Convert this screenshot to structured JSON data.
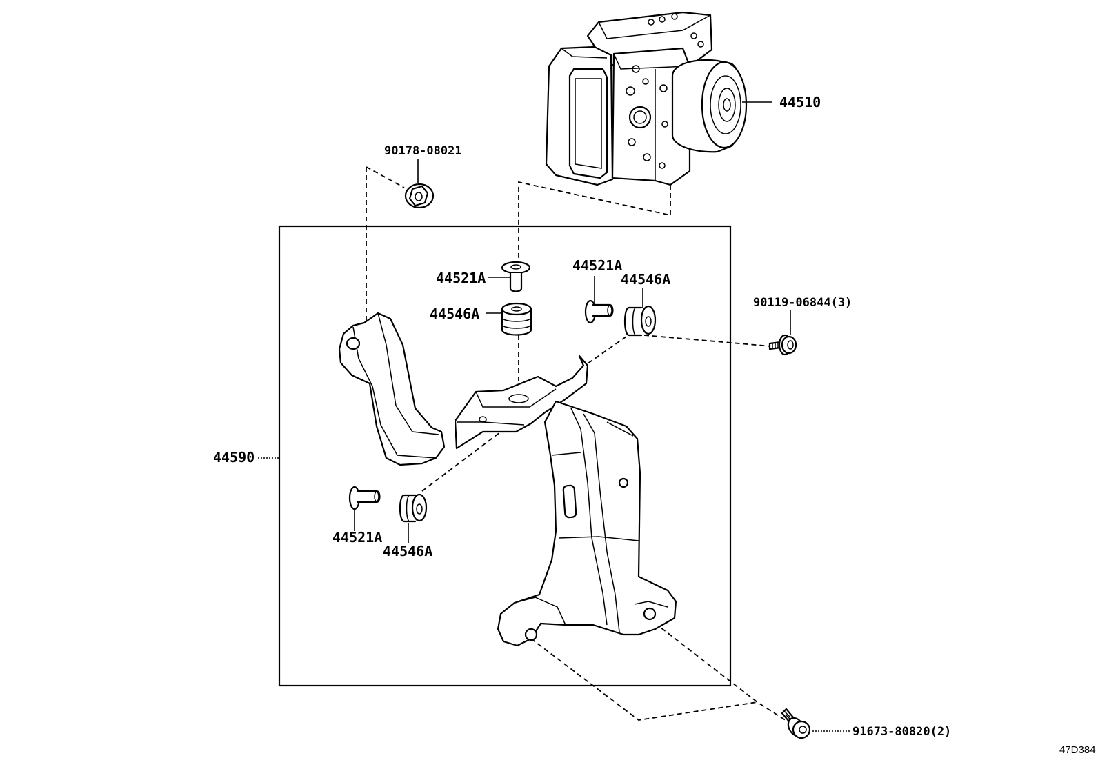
{
  "labels": {
    "actuator": "44510",
    "nut": "90178-08021",
    "bracket": "44590",
    "collar_top": "44521A",
    "cushion_top": "44546A",
    "collar_right": "44521A",
    "cushion_right": "44546A",
    "collar_bottom": "44521A",
    "cushion_bottom": "44546A",
    "bolt_right": "90119-06844(3)",
    "bolt_bottom": "91673-80820(2)",
    "diagram_code": "47D384"
  }
}
